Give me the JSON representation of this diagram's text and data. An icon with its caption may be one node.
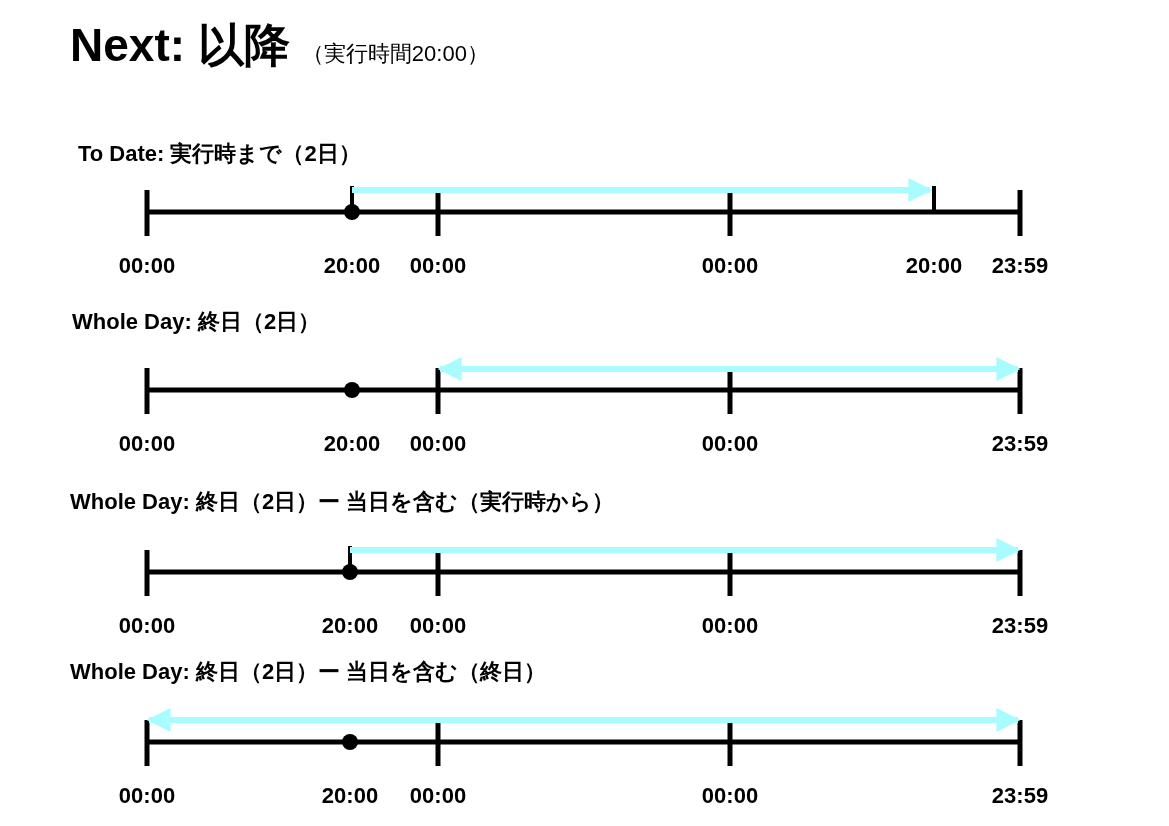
{
  "diagram": {
    "title": "Next: 以降",
    "labels": [
      "（実行時間20:00）",
      "To Date: 実行時まで（2日）",
      "00:00",
      "20:00",
      "00:00",
      "00:00",
      "20:00",
      "23:59",
      "Whole Day: 終日（2日）",
      "00:00",
      "20:00",
      "00:00",
      "00:00",
      "23:59",
      "Whole Day: 終日（2日）ー 当日を含む（実行時から）",
      "00:00",
      "20:00",
      "00:00",
      "00:00",
      "23:59",
      "Whole Day: 終日（2日）ー 当日を含む（終日）",
      "00:00",
      "20:00",
      "00:00",
      "00:00",
      "23:59"
    ]
  }
}
